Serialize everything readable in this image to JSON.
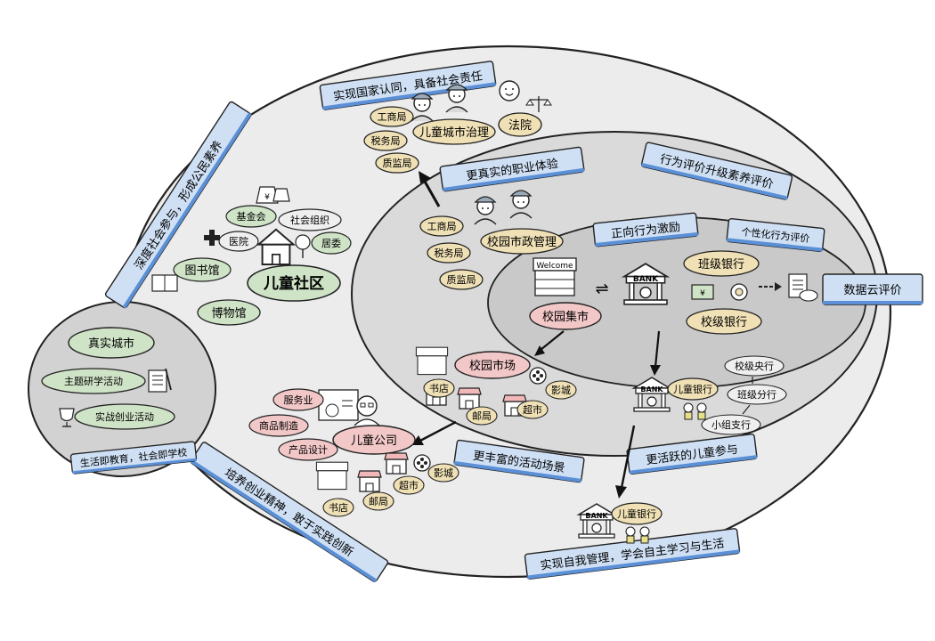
{
  "colors": {
    "ring_blue": "#5b8fd6",
    "green_pill": "#cfe3c6",
    "pink_pill": "#f2c7c7",
    "tan_pill": "#efe0b5",
    "gray_outer": "#ececec",
    "gray_mid": "#dadada",
    "gray_inner": "#c9c9c9"
  },
  "banners": {
    "top": "实现国家认同，具备社会责任",
    "left_diag": "深度社会参与，形成公民素养",
    "career": "更真实的职业体验",
    "behavior_eval": "行为评价升级素养评价",
    "positive": "正向行为激励",
    "personal": "个性化行为评价",
    "cloud": "数据云评价",
    "richer": "更丰富的活动场景",
    "diverse": "更活跃的儿童参与",
    "innovate": "培养创业精神，敢于实践创新",
    "self_manage": "实现自我管理，学会自主学习与生活",
    "side": "生活即教育，社会即学校"
  },
  "left_circle": {
    "items": [
      "真实城市",
      "主题研学活动",
      "实战创业活动"
    ]
  },
  "community": {
    "center": "儿童社区",
    "items": [
      "基金会",
      "社会组织",
      "医院",
      "居委",
      "图书馆",
      "博物馆"
    ]
  },
  "city_gov": {
    "center": "儿童城市治理",
    "court": "法院",
    "bureaus": [
      "工商局",
      "税务局",
      "质监局"
    ]
  },
  "school_gov": {
    "center": "校园市政管理",
    "bureaus": [
      "工商局",
      "税务局",
      "质监局"
    ]
  },
  "market": {
    "center": "校园集市",
    "sign": "Welcome"
  },
  "bank_core": {
    "sign": "BANK",
    "class_bank": "班级银行",
    "school_bank": "校级银行"
  },
  "school_market": {
    "center": "校园市场",
    "shops": [
      "书店",
      "影城",
      "邮局",
      "超市"
    ]
  },
  "kids_bank": {
    "center": "儿童银行",
    "sign": "BANK",
    "branches": [
      "校级央行",
      "班级分行",
      "小组支行"
    ]
  },
  "company": {
    "center": "儿童公司",
    "items": [
      "服务业",
      "商品制造",
      "产品设计"
    ],
    "shops": [
      "书店",
      "影城",
      "邮局",
      "超市"
    ]
  },
  "outer_bank": {
    "center": "儿童银行",
    "sign": "BANK"
  }
}
